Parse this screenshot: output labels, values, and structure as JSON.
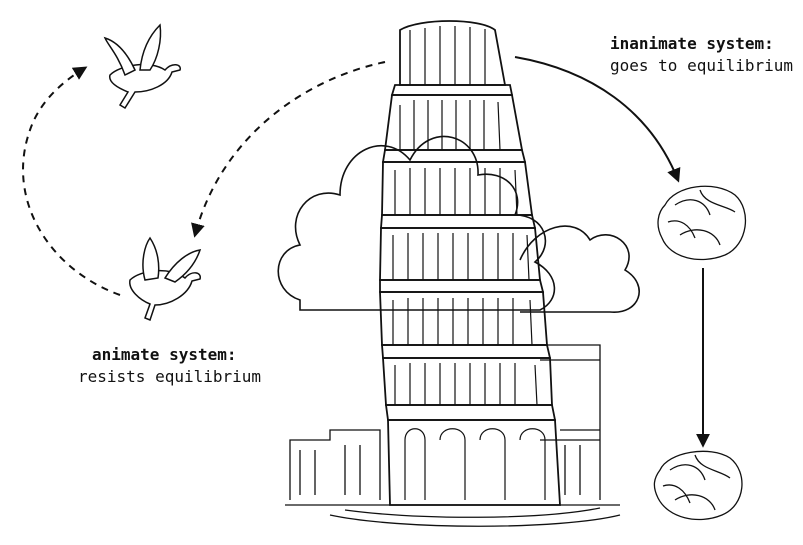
{
  "labels": {
    "inanimate": {
      "title": "inanimate system:",
      "subtitle": "goes to equilibrium"
    },
    "animate": {
      "title": "animate system:",
      "subtitle": "resists equilibrium"
    }
  },
  "colors": {
    "ink": "#111111",
    "paper": "#ffffff"
  },
  "icons": [
    "leaning-tower-of-pisa-illustration",
    "dove-icon",
    "crumpled-paper-icon",
    "dashed-arrow",
    "solid-arrow",
    "cloud"
  ]
}
